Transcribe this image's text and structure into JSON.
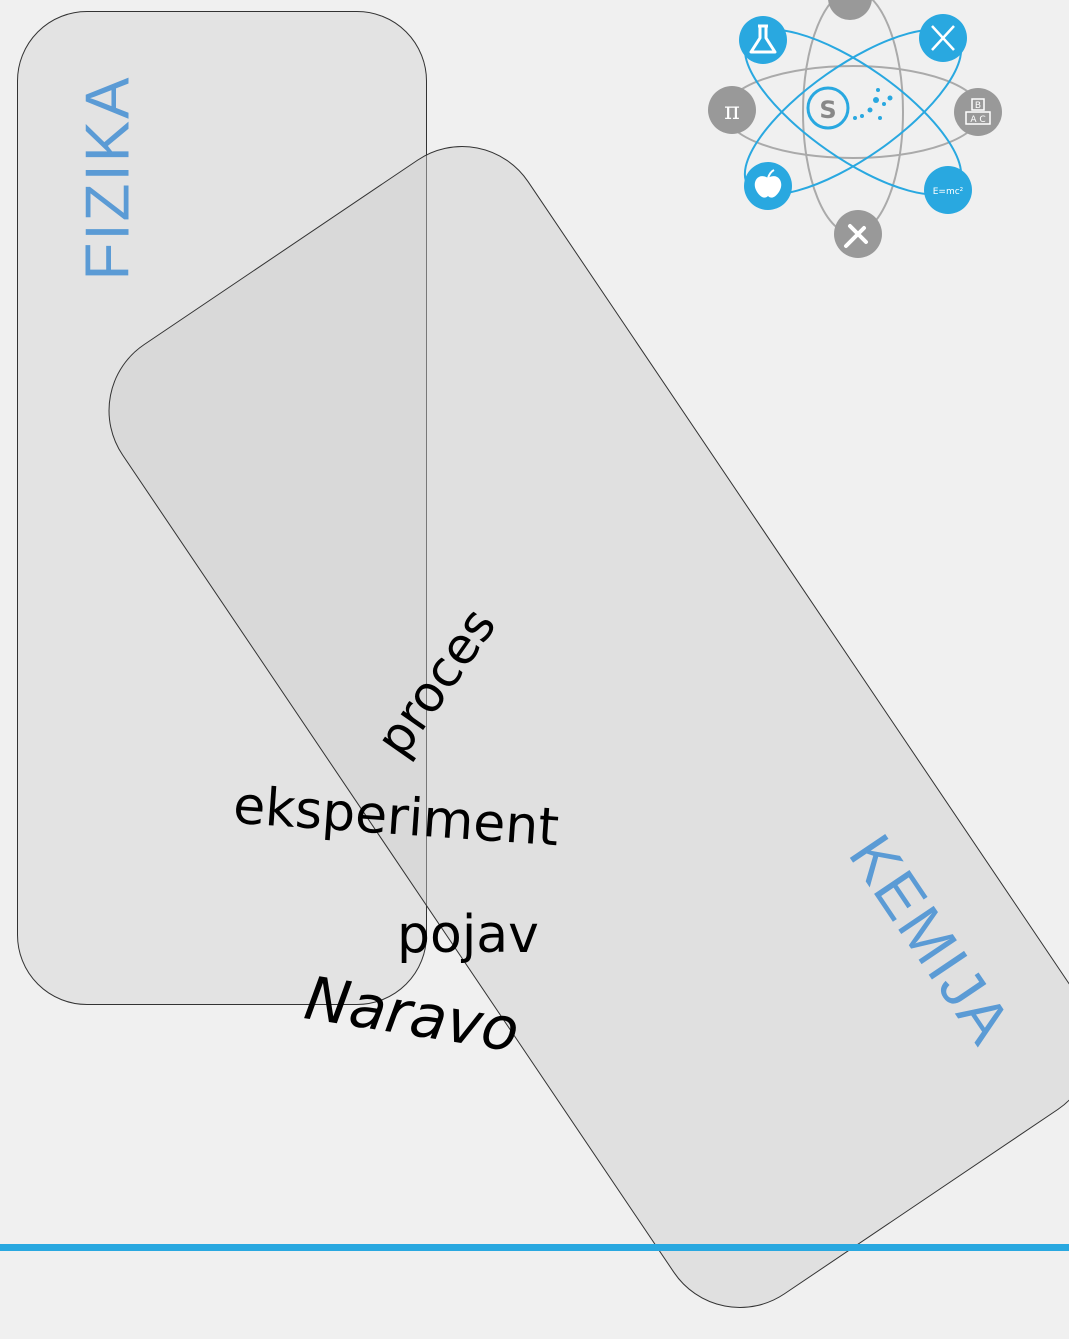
{
  "sets": {
    "left": {
      "label": "FIZIKA"
    },
    "right": {
      "label": "KEMIJA"
    }
  },
  "words": {
    "proces": "proces",
    "eksperiment": "eksperiment",
    "pojav": "pojav",
    "naravo": "Naravo"
  },
  "logo": {
    "pi_symbol": "π",
    "formula": "E=mc²",
    "block_top": "B",
    "block_bottom": "A C"
  },
  "colors": {
    "label": "#5b9bd5",
    "accent": "#29a8e0",
    "logo_gray": "#999999"
  }
}
